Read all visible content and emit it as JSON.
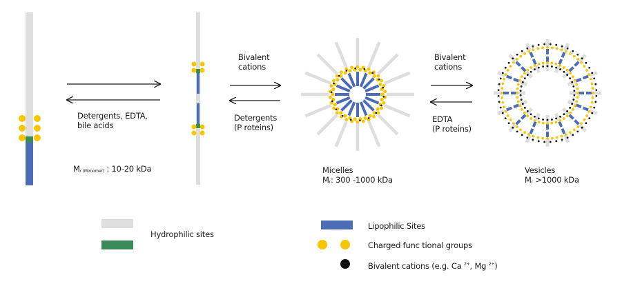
{
  "colors": {
    "hydrophilic": "#dedede",
    "lipophilic": "#4a6db5",
    "green": "#3a8a58",
    "charged": "#f7c600",
    "cation": "#111111",
    "arrow": "#1a1a1a"
  },
  "arrow1": {
    "reverse_label_line1": "Detergents, EDTA,",
    "reverse_label_line2": "bile acids"
  },
  "monomer": {
    "mr_prefix": "M",
    "mr_sub": "r (Monomer)",
    "mr_value": " : 10-20 kDa"
  },
  "arrow2": {
    "forward_label_line1": "Bivalent",
    "forward_label_line2": "cations",
    "reverse_label_line1": "Detergents",
    "reverse_label_line2": "(P roteins)"
  },
  "micelles": {
    "name": "Micelles",
    "mr_prefix": "M",
    "mr_sub": "r",
    "mr_value": ": 300  -1000 kDa"
  },
  "arrow3": {
    "forward_label_line1": "Bivalent",
    "forward_label_line2": "cations",
    "reverse_label_line1": "EDTA",
    "reverse_label_line2": "(P roteins)"
  },
  "vesicles": {
    "name": "Vesicles",
    "mr_prefix": "M",
    "mr_sub": "r",
    "mr_value": " >1000 kDa"
  },
  "legend": {
    "hydrophilic": "Hydrophilic sites",
    "lipophilic": "Lipophilic Sites",
    "charged": "Charged func  tional groups",
    "cations_text": "Bivalent cations (e.g. Ca ",
    "cations_sup1": "2+",
    "cations_mid": ", Mg ",
    "cations_sup2": "2+",
    "cations_end": ")"
  }
}
